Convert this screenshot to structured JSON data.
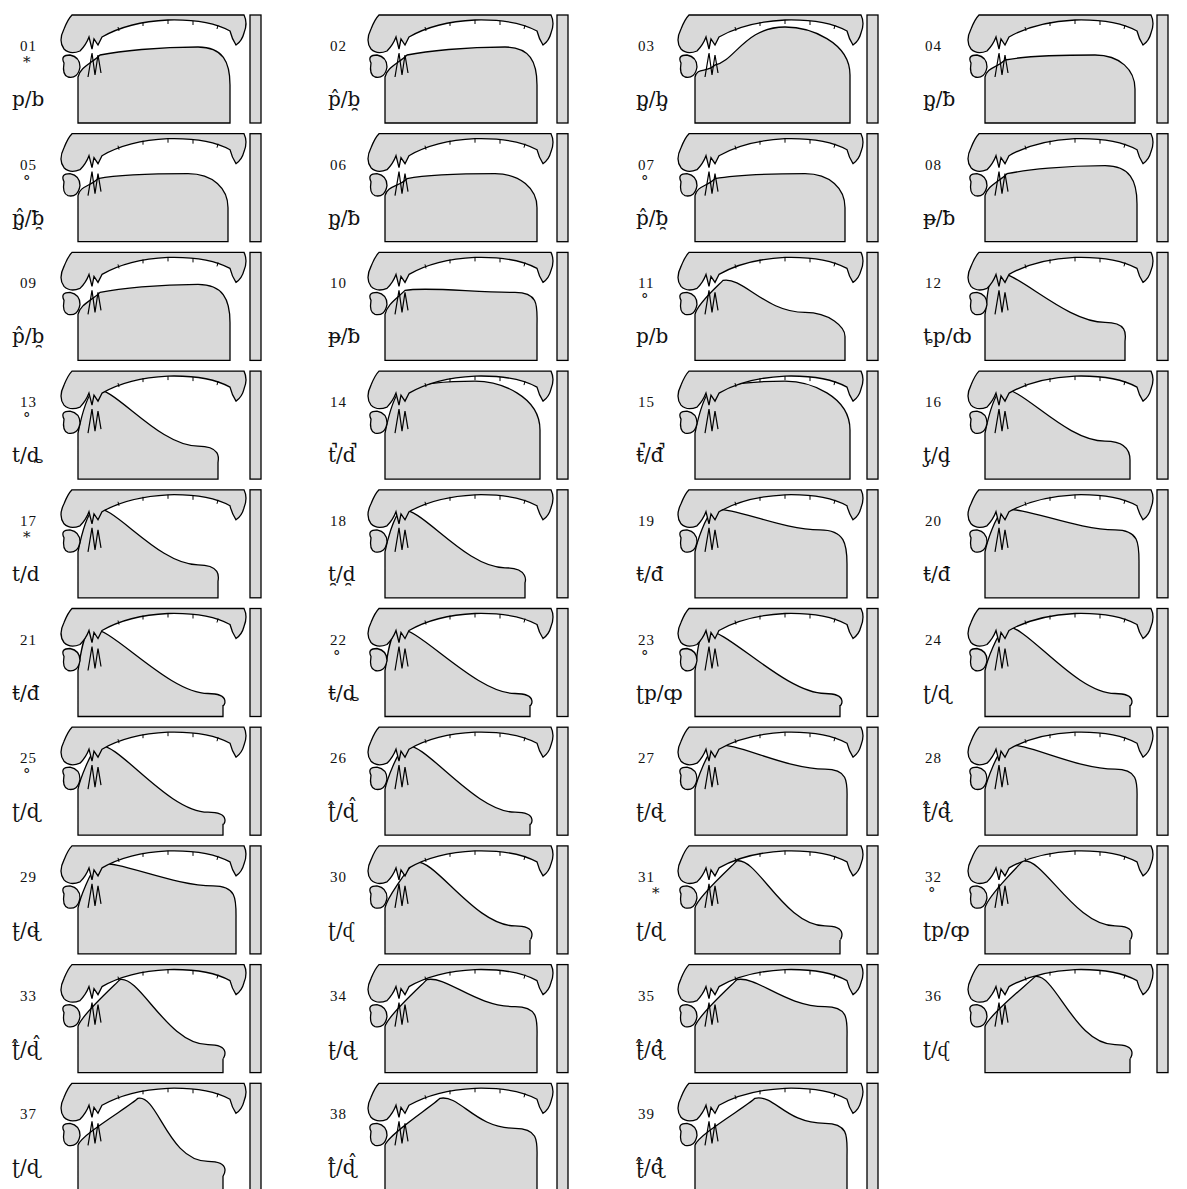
{
  "diagram": {
    "labels": [
      "01",
      "*",
      "p/b",
      "02",
      "p̂/b̯",
      "03",
      "p̡/b̡",
      "04",
      "p̡/ƀ",
      "05",
      "°",
      "p̡̂/ƀ̯",
      "06",
      "p̡/ƀ",
      "07",
      "°",
      "p̂/ƀ̯",
      "08",
      "ᵽ/ƀ",
      "09",
      "p̂/b̯",
      "10",
      "ᵽ/ƀ",
      "11",
      "°",
      "p/b",
      "12",
      "ȶp/ȸ",
      "13",
      "°",
      "t/ȡ",
      "14",
      "t̚/d̚",
      "15",
      "ŧ̚/đ̚",
      "16",
      "t̡/d̡",
      "17",
      "*",
      "t/d",
      "18",
      "t̯/d̯",
      "19",
      "ŧ/đ",
      "20",
      "ŧ/đ",
      "21",
      "ŧ/đ",
      "22",
      "°",
      "ŧ/ȡ",
      "23",
      "°",
      "ʈp/ȹ",
      "24",
      "ʈ/ɖ",
      "25",
      "°",
      "ʈ/ɖ",
      "26",
      "ʈ̂/ɖ̂",
      "27",
      "ʈ̵/ɖ̵",
      "28",
      "ʈ̵̂/ɖ̵̂",
      "29",
      "ʈ̵/ɖ̵",
      "30",
      "ʈ/ᶑ",
      "31",
      "*",
      "ʈ/ɖ",
      "32",
      "°",
      "ʈp/ȹ",
      "33",
      "ʈ̂/ɖ̂",
      "34",
      "ʈ̵/ɖ̵",
      "35",
      "ʈ̵̂/ɖ̵̂",
      "36",
      "ʈ/ᶑ",
      "37",
      "ʈ/ɖ",
      "38",
      "ʈ̂/ɖ̂",
      "39",
      "ʈ̵̂/ɖ̵̂"
    ]
  }
}
